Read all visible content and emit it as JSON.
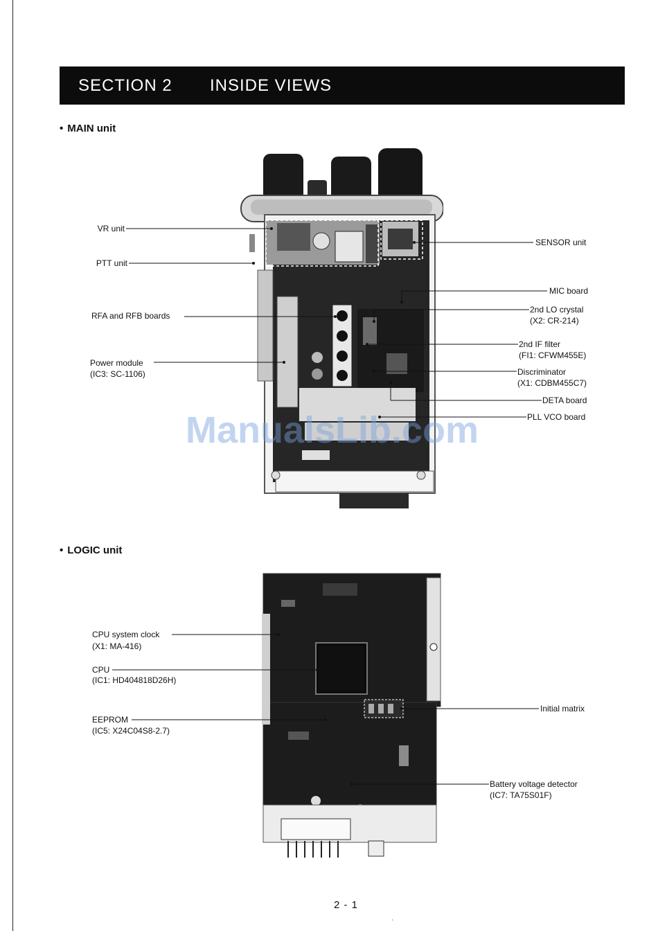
{
  "header": {
    "section": "SECTION 2",
    "title": "INSIDE VIEWS"
  },
  "main_unit": {
    "heading": "MAIN unit",
    "callouts": {
      "vr_unit": "VR unit",
      "ptt_unit": "PTT unit",
      "rfa_rfb": "RFA and RFB boards",
      "power_module": "Power module",
      "power_module_sub": "(IC3: SC-1106)",
      "sensor_unit": "SENSOR unit",
      "mic_board": "MIC board",
      "lo_crystal": "2nd LO crystal",
      "lo_crystal_sub": "(X2: CR-214)",
      "if_filter": "2nd IF filter",
      "if_filter_sub": "(FI1: CFWM455E)",
      "discriminator": "Discriminator",
      "discriminator_sub": "(X1: CDBM455C7)",
      "deta_board": "DETA board",
      "pll_vco": "PLL VCO board"
    }
  },
  "logic_unit": {
    "heading": "LOGIC unit",
    "callouts": {
      "cpu_clock": "CPU system clock",
      "cpu_clock_sub": "(X1: MA-416)",
      "cpu": "CPU",
      "cpu_sub": "(IC1: HD404818D26H)",
      "eeprom": "EEPROM",
      "eeprom_sub": "(IC5: X24C04S8-2.7)",
      "initial_matrix": "Initial matrix",
      "battery_detector": "Battery voltage detector",
      "battery_detector_sub": "(IC7: TA75S01F)"
    }
  },
  "page_number": "2 - 1",
  "watermark": "ManualsLib.com"
}
